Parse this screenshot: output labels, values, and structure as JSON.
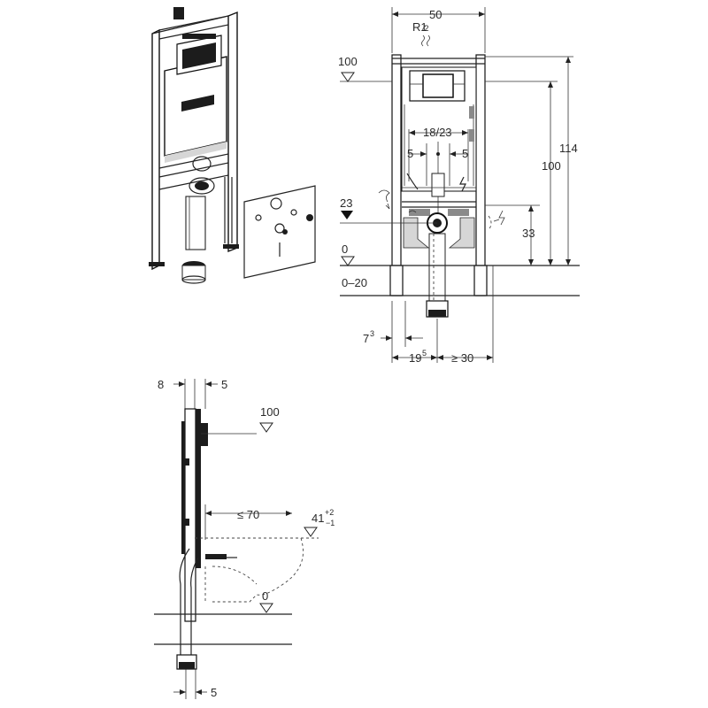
{
  "labels": {
    "width_50": "50",
    "thread": "R1",
    "thread_frac": "⁄2",
    "level_100": "100",
    "level_114": "114",
    "level_100_right": "100",
    "spacing_18_23": "18/23",
    "offset_5_left": "5",
    "offset_5_right": "5",
    "level_23": "23",
    "level_33": "33",
    "level_0": "0",
    "floor_0_20": "0–20",
    "dim_7": "7",
    "dim_7_sup": "3",
    "dim_19": "19",
    "dim_19_sup": "5",
    "dim_ge30": "≥ 30",
    "side_8": "8",
    "side_5_top": "5",
    "side_100": "100",
    "side_le70": "≤ 70",
    "side_41": "41",
    "side_41_sup": "+2",
    "side_41_sub": "−1",
    "side_0": "0",
    "side_5_bottom": "5"
  },
  "colors": {
    "line": "#222222",
    "panel": "#1c1c1c",
    "grey": "#8a8a8a"
  },
  "icons": [
    "water-supply-icon",
    "electrical-icon",
    "level-marker-icon",
    "water-inlet-icon",
    "noise-icon"
  ]
}
